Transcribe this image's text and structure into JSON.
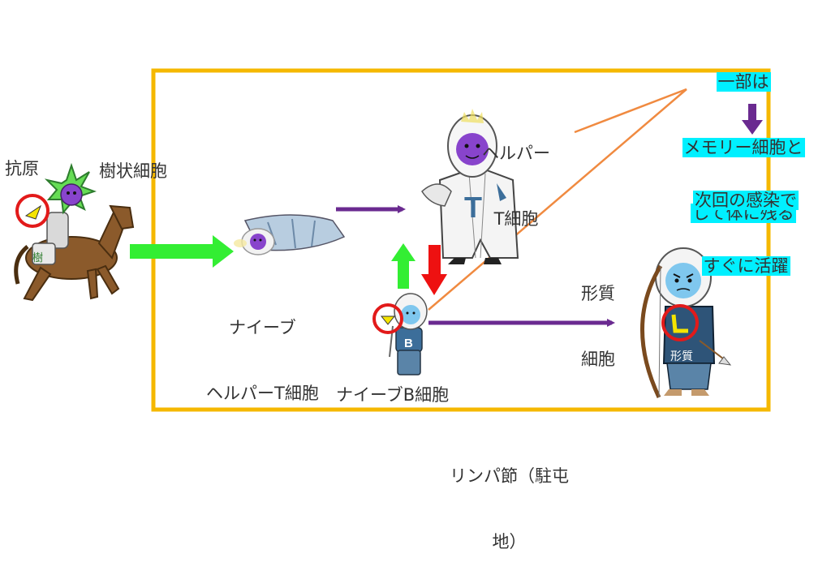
{
  "labels": {
    "antigen": "抗原",
    "dendritic_cell": "樹状細胞",
    "dendritic_badge": "樹",
    "helper_t": [
      "ヘルパー",
      "T細胞"
    ],
    "naive_helper_t": [
      "ナイーブ",
      "ヘルパーT細胞"
    ],
    "naive_b": "ナイーブB細胞",
    "plasma_cell": [
      "形質",
      "細胞"
    ],
    "plasma_badge": "形質",
    "lymph_node": [
      "リンパ節（駐屯",
      "地）"
    ],
    "memory_note": [
      "一部は",
      "メモリー細胞と",
      "して体に残る"
    ],
    "next_infection": [
      "次回の感染で",
      "すぐに活躍"
    ],
    "b_badge": "B",
    "t_badge": "T"
  },
  "colors": {
    "frame": "#f5b800",
    "highlight": "#00f0ff",
    "green_arrow": "#33ee33",
    "red_arrow": "#ee1111",
    "purple_arrow": "#6a2a90",
    "orange_line": "#f08a40"
  }
}
